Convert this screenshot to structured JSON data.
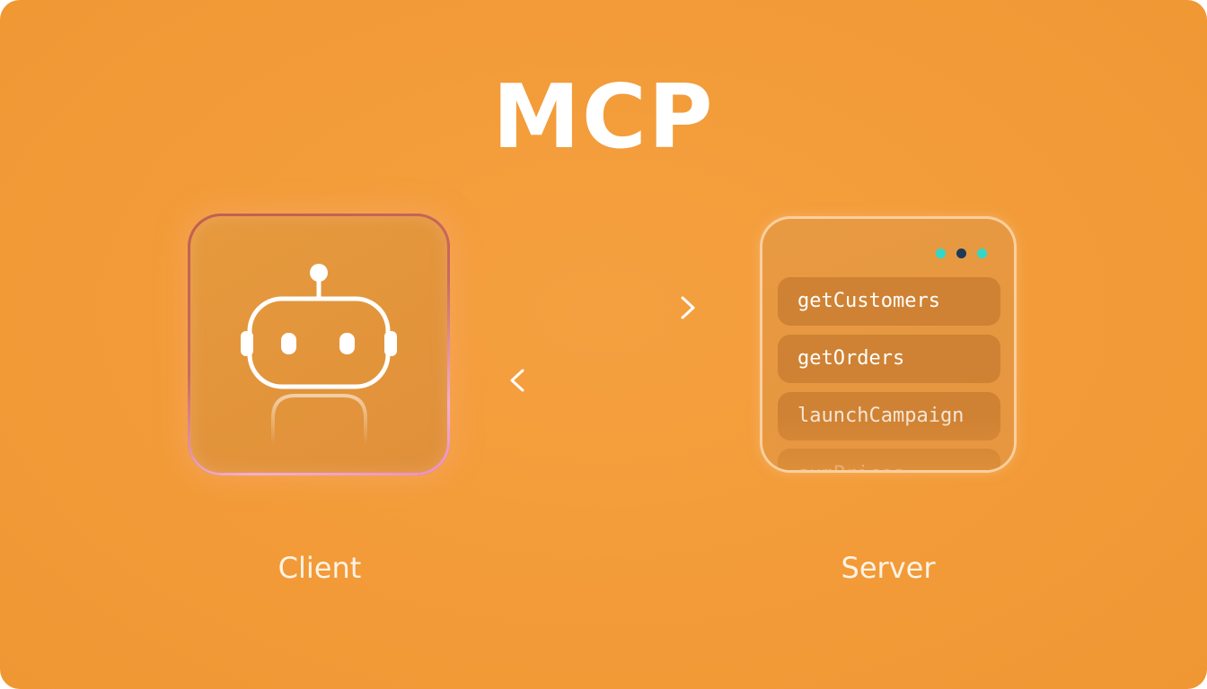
{
  "diagram": {
    "title": "MCP",
    "client": {
      "label": "Client",
      "icon": "robot-icon"
    },
    "server": {
      "label": "Server",
      "window_dots": [
        {
          "icon": "window-dot",
          "color": "#2fd8c8"
        },
        {
          "icon": "window-dot",
          "color": "#1d3a57"
        },
        {
          "icon": "window-dot",
          "color": "#2fd8c8"
        }
      ],
      "tools": [
        "getCustomers",
        "getOrders",
        "launchCampaign",
        "sumPrices"
      ]
    },
    "arrows": [
      {
        "direction": "right",
        "icon": "arrow-right-icon"
      },
      {
        "direction": "left",
        "icon": "arrow-left-icon"
      }
    ],
    "colors": {
      "background": "#f29b38",
      "client_border": "#c2675a",
      "tool_item": "#cf8233",
      "text": "#ffffff"
    }
  }
}
